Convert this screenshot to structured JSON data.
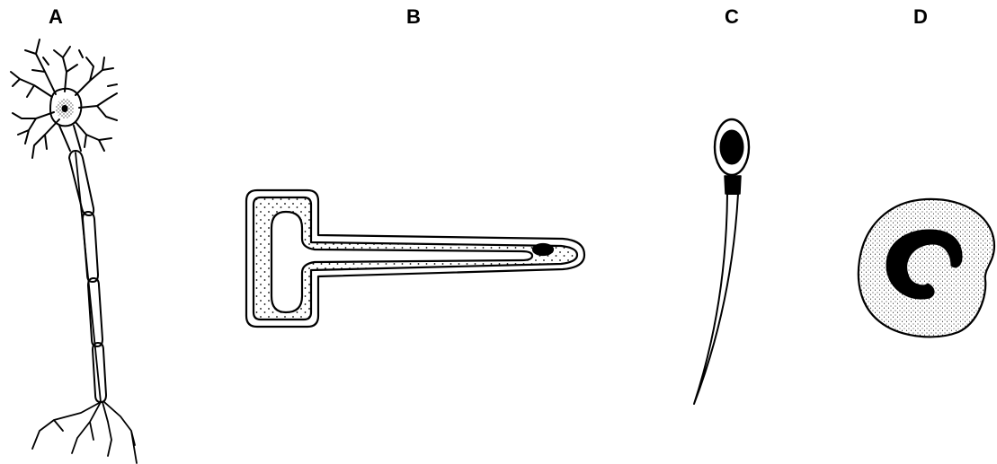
{
  "labels": {
    "a": "A",
    "b": "B",
    "c": "C",
    "d": "D"
  },
  "colors": {
    "ink": "#000000",
    "background": "#ffffff"
  },
  "cells": [
    {
      "label": "A",
      "depiction": "neuron"
    },
    {
      "label": "B",
      "depiction": "root-hair-cell"
    },
    {
      "label": "C",
      "depiction": "sperm-cell"
    },
    {
      "label": "D",
      "depiction": "white-blood-cell"
    }
  ]
}
